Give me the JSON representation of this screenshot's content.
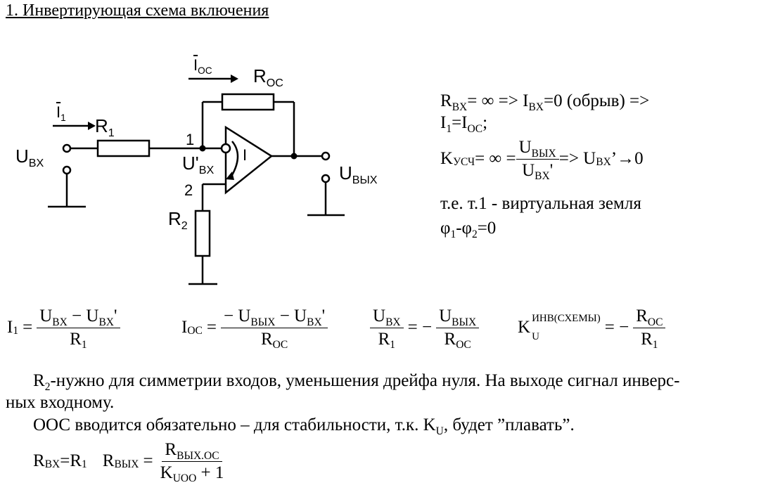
{
  "title": "1. Инвертирующая схема включения",
  "circuit": {
    "i_oc": "I",
    "i_oc_sub": "OC",
    "r_oc": "R",
    "r_oc_sub": "OC",
    "i1": "I",
    "i1_sub": "1",
    "r1": "R",
    "r1_sub": "1",
    "node1": "1",
    "node2": "2",
    "u_in": "U",
    "u_in_sub": "BX",
    "u_in_prime": "U'",
    "u_in_prime_sub": "BX",
    "u_out": "U",
    "u_out_sub": "BЫX",
    "r2": "R",
    "r2_sub": "2",
    "opamp_mark": "I"
  },
  "side": {
    "line1_a": "R",
    "line1_a_sub": "BX",
    "line1_b": "= ∞  => I",
    "line1_b_sub": "BX",
    "line1_c": "=0 (обрыв) =>",
    "line2_a": "I",
    "line2_a_sub": "1",
    "line2_b": "=I",
    "line2_b_sub": "OC",
    "line2_c": ";",
    "line3_a": "K",
    "line3_a_sub": "УСЧ",
    "line3_b": "= ∞ =",
    "line3_num": "U",
    "line3_num_sub": "BЫX",
    "line3_den": "U",
    "line3_den_sub": "BX",
    "line3_den_prime": "'",
    "line3_c": "=> U",
    "line3_c_sub": "BX",
    "line3_d": "’→0",
    "line4": "т.е. т.1 - виртуальная земля",
    "line5_a": "φ",
    "line5_a_sub": "1",
    "line5_b": "-φ",
    "line5_b_sub": "2",
    "line5_c": "=0"
  },
  "formulas": {
    "f1_lhs": "I",
    "f1_lhs_sub": "1",
    "f1_num": "U",
    "f1_num_sub1": "BX",
    "f1_num_mid": " − U",
    "f1_num_sub2": "BX",
    "f1_num_end": "'",
    "f1_den": "R",
    "f1_den_sub": "1",
    "f2_lhs": "I",
    "f2_lhs_sub": "OC",
    "f2_num": "− U",
    "f2_num_sub1": "BЫX",
    "f2_num_mid": " − U",
    "f2_num_sub2": "BX",
    "f2_num_end": "'",
    "f2_den": "R",
    "f2_den_sub": "OC",
    "f3_num": "U",
    "f3_num_sub": "BX",
    "f3_den": "R",
    "f3_den_sub": "1",
    "f3_eq": "= −",
    "f3_num2": "U",
    "f3_num2_sub": "BЫX",
    "f3_den2": "R",
    "f3_den2_sub": "OC",
    "f4_lhs": "K",
    "f4_lhs_sub": "U",
    "f4_lhs_sup": "ИНВ(СХЕМЫ)",
    "f4_eq": "= −",
    "f4_num": "R",
    "f4_num_sub": "OC",
    "f4_den": "R",
    "f4_den_sub": "1",
    "eq": "="
  },
  "text": {
    "p1_a": "R",
    "p1_a_sub": "2",
    "p1_b": "-нужно для симметрии входов, уменьшения дрейфа нуля. На выходе сигнал инверс-",
    "p1_c": "ных входному.",
    "p2_a": "ООС вводится обязательно – для стабильности, т.к. K",
    "p2_a_sub": "U",
    "p2_b": ", будет ”плавать”.",
    "p3_a": "R",
    "p3_a_sub": "BX",
    "p3_b": "=R",
    "p3_b_sub": "1",
    "p3_c": "R",
    "p3_c_sub": "BЫX",
    "p3_eq": "=",
    "p3_num": "R",
    "p3_num_sub": "BЫX.OC",
    "p3_den": "K",
    "p3_den_sub": "UOO",
    "p3_den_end": " + 1"
  }
}
